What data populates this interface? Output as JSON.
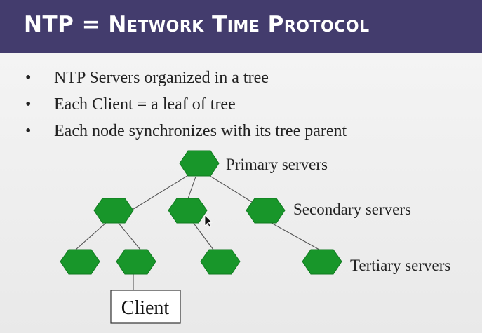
{
  "title": "NTP = Network Time Protocol",
  "bullets": [
    "NTP Servers organized in a tree",
    "Each Client = a leaf of tree",
    "Each node synchronizes with its tree parent"
  ],
  "bullet_glyph": "•",
  "diagram": {
    "labels": {
      "primary": "Primary servers",
      "secondary": "Secondary servers",
      "tertiary": "Tertiary servers",
      "client": "Client"
    },
    "colors": {
      "node_fill": "#18962a",
      "node_stroke": "#0f7a1f",
      "edge": "#555555"
    }
  },
  "colors": {
    "title_bar": "#433c6d",
    "title_text": "#ffffff"
  }
}
